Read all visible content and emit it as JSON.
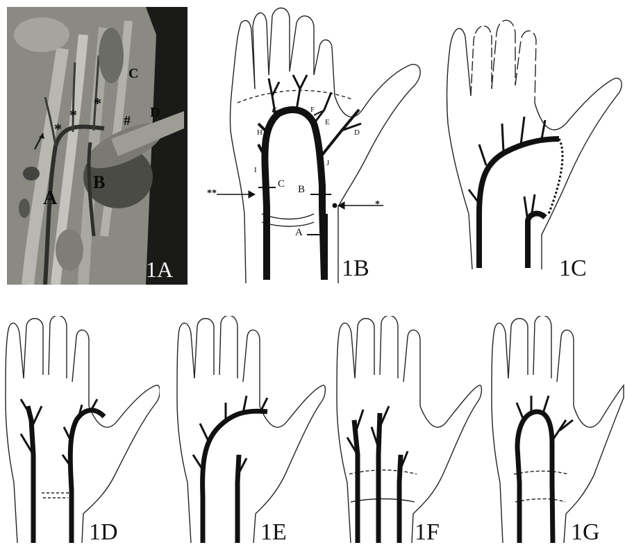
{
  "panels": {
    "p1A": {
      "label": "1A",
      "markers": {
        "A": "A",
        "B": "B",
        "C": "C",
        "D": "D",
        "star": "*",
        "hash": "#"
      }
    },
    "p1B": {
      "label": "1B",
      "annotations": {
        "A": "A",
        "B": "B",
        "C": "C",
        "D": "D",
        "E": "E",
        "F": "F",
        "G": "G",
        "H": "H",
        "I": "I",
        "J": "J",
        "double_star": "**",
        "star": "*"
      }
    },
    "p1C": {
      "label": "1C"
    },
    "p1D": {
      "label": "1D"
    },
    "p1E": {
      "label": "1E"
    },
    "p1F": {
      "label": "1F"
    },
    "p1G": {
      "label": "1G"
    }
  }
}
